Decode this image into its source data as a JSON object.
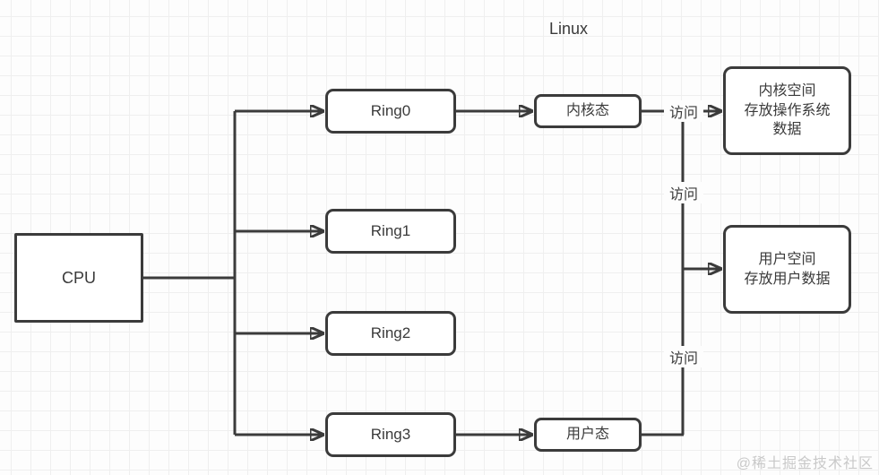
{
  "title": "Linux",
  "watermark": "@稀土掘金技术社区",
  "colors": {
    "stroke": "#3b3b3b",
    "text": "#3a3a3a",
    "node_fill": "#ffffff",
    "background": "#fdfdfd",
    "grid_line": "#efefef",
    "watermark": "#c9c9c9"
  },
  "nodes": {
    "cpu": {
      "label": "CPU"
    },
    "ring0": {
      "label": "Ring0"
    },
    "ring1": {
      "label": "Ring1"
    },
    "ring2": {
      "label": "Ring2"
    },
    "ring3": {
      "label": "Ring3"
    },
    "kernel_mode": {
      "label": "内核态"
    },
    "user_mode": {
      "label": "用户态"
    },
    "kernel_space": {
      "label": "内核空间\n存放操作系统\n数据"
    },
    "user_space": {
      "label": "用户空间\n存放用户数据"
    }
  },
  "edge_labels": {
    "kernel_mode_to_kernel_space": "访问",
    "kernel_mode_to_user_space": "访问",
    "user_mode_to_user_space": "访问"
  }
}
